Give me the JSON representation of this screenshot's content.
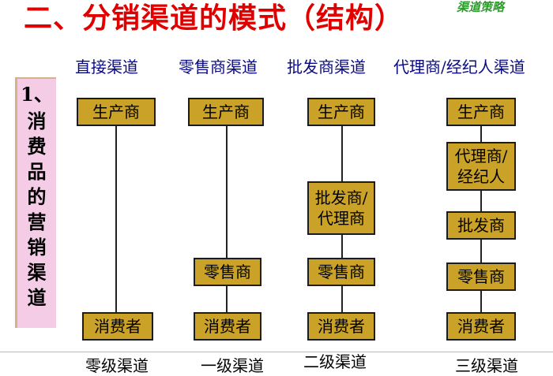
{
  "title": "二、分销渠道的模式（结构）",
  "corner_label": "渠道策略",
  "side": {
    "number": "1、",
    "text": "消费品的营销渠道"
  },
  "columns": [
    {
      "header": "直接渠道",
      "nodes": [
        "生产商",
        "消费者"
      ],
      "level": "零级渠道"
    },
    {
      "header": "零售商渠道",
      "nodes": [
        "生产商",
        "零售商",
        "消费者"
      ],
      "level": "一级渠道"
    },
    {
      "header": "批发商渠道",
      "nodes": [
        "生产商",
        "批发商/代理商",
        "零售商",
        "消费者"
      ],
      "level": "二级渠道"
    },
    {
      "header": "代理商/经纪人渠道",
      "nodes": [
        "生产商",
        "代理商/经纪人",
        "批发商",
        "零售商",
        "消费者"
      ],
      "level": "三级渠道"
    }
  ]
}
